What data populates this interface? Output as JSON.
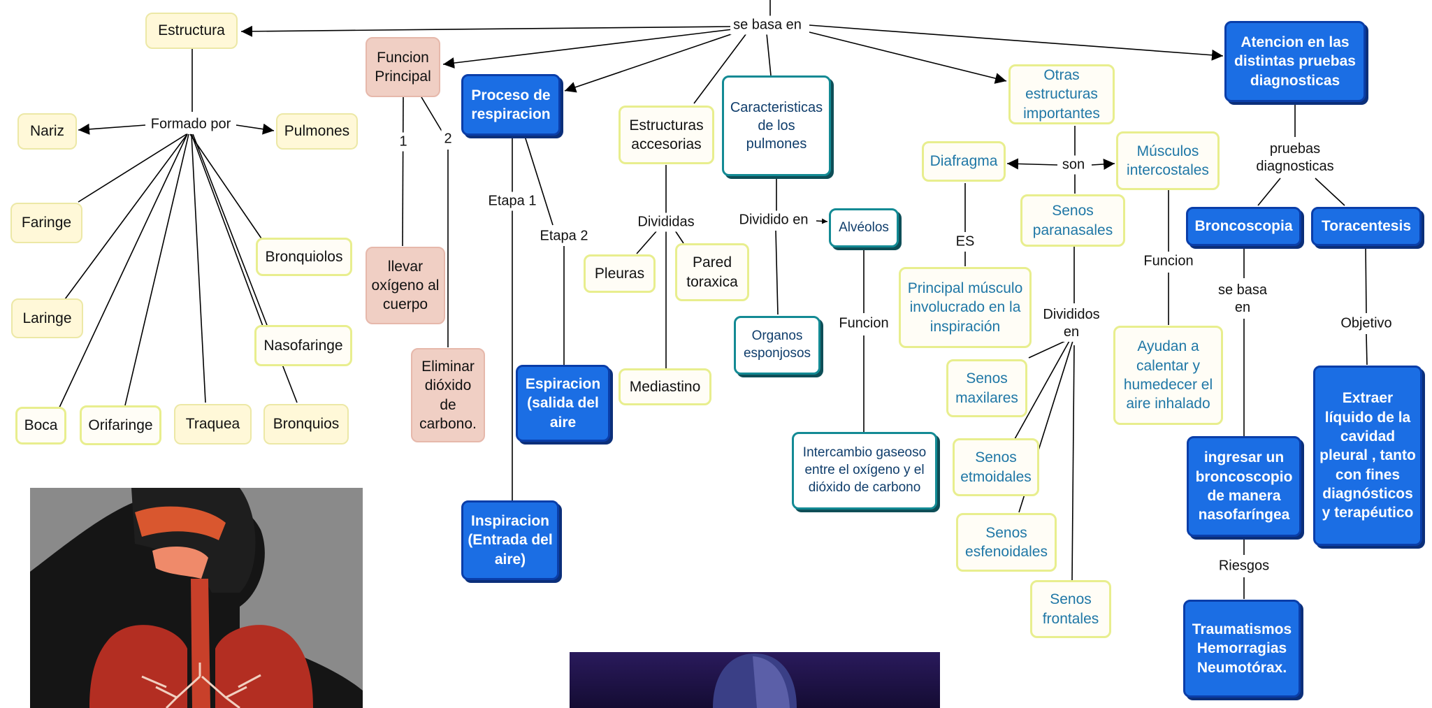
{
  "labels": {
    "se_basa_en": "se basa en",
    "formado_por": "Formado por",
    "num_1": "1",
    "num_2": "2",
    "etapa_1": "Etapa 1",
    "etapa_2": "Etapa 2",
    "divididas": "Divididas",
    "dividido_en": "Dividido en",
    "funcion_alveolos": "Funcion",
    "es": "ES",
    "son": "son",
    "divididos_en": "Divididos en",
    "funcion_musculos": "Funcion",
    "pruebas_diagnosticas": "pruebas diagnosticas",
    "se_basa_en_2": "se basa en",
    "objetivo": "Objetivo",
    "riesgos": "Riesgos"
  },
  "nodes": {
    "estructura": "Estructura",
    "nariz": "Nariz",
    "pulmones": "Pulmones",
    "faringe": "Faringe",
    "bronquiolos": "Bronquiolos",
    "laringe": "Laringe",
    "nasofaringe": "Nasofaringe",
    "boca": "Boca",
    "orifaringe": "Orifaringe",
    "traquea": "Traquea",
    "bronquios": "Bronquios",
    "funcion_principal": "Funcion Principal",
    "llevar_oxigeno": "llevar oxígeno al cuerpo",
    "eliminar_dioxido": "Eliminar dióxido de carbono.",
    "proceso_respiracion": "Proceso de respiracion",
    "espiracion": "Espiracion (salida del aire",
    "inspiracion": "Inspiracion (Entrada del aire)",
    "estructuras_accesorias": "Estructuras accesorias",
    "pleuras": "Pleuras",
    "pared_toraxica": "Pared toraxica",
    "mediastino": "Mediastino",
    "caracteristicas_pulmones": "Caracteristicas de los pulmones",
    "alveolos": "Alvéolos",
    "organos_esponjosos": "Organos esponjosos",
    "intercambio_gaseoso": "Intercambio gaseoso entre el oxígeno y el dióxido de carbono",
    "otras_estructuras": "Otras estructuras importantes",
    "diafragma": "Diafragma",
    "musculos_intercostales": "Músculos intercostales",
    "senos_paranasales": "Senos paranasales",
    "principal_musculo": "Principal músculo involucrado en la inspiración",
    "ayudan_calentar": "Ayudan a calentar y humedecer el aire inhalado",
    "senos_maxilares": "Senos maxilares",
    "senos_etmoidales": "Senos etmoidales",
    "senos_esfenoidales": "Senos esfenoidales",
    "senos_frontales": "Senos frontales",
    "atencion_pruebas": "Atencion en las distintas pruebas diagnosticas",
    "broncoscopia": "Broncoscopia",
    "toracentesis": "Toracentesis",
    "ingresar_broncoscopio": "ingresar un broncoscopio de manera nasofaríngea",
    "extraer_liquido": "Extraer líquido de la cavidad pleural , tanto con fines diagnósticos y terapéutico",
    "traumatismos": "Traumatismos Hemorragias Neumotórax."
  },
  "colors": {
    "primary_blue": "#1b6ee4",
    "teal_border": "#138a94",
    "yellow_fill": "#fff8d8",
    "pink_fill": "#f0cfc4",
    "cyan_text": "#1f77a6"
  }
}
